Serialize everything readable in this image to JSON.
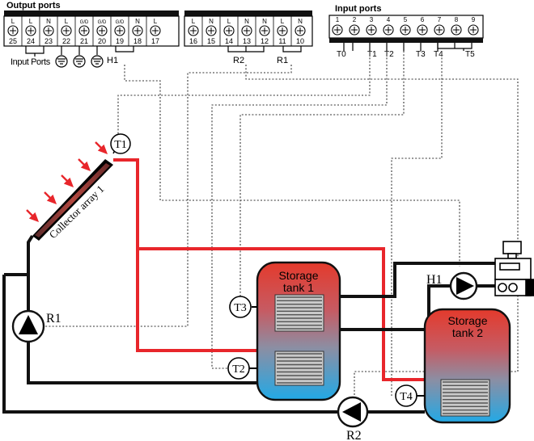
{
  "output_ports": {
    "title": "Output ports",
    "block_a": [
      {
        "num": "25",
        "tag": "L"
      },
      {
        "num": "24",
        "tag": "L"
      },
      {
        "num": "23",
        "tag": "N"
      },
      {
        "num": "22",
        "tag": "L"
      },
      {
        "num": "21",
        "tag": "G/D"
      },
      {
        "num": "20",
        "tag": "G/D"
      },
      {
        "num": "19",
        "tag": "G/D"
      },
      {
        "num": "18",
        "tag": "N"
      },
      {
        "num": "17",
        "tag": "L"
      }
    ],
    "block_b": [
      {
        "num": "16",
        "tag": "L"
      },
      {
        "num": "15",
        "tag": "N"
      },
      {
        "num": "14",
        "tag": "L"
      },
      {
        "num": "13",
        "tag": "N"
      },
      {
        "num": "12",
        "tag": "N"
      },
      {
        "num": "11",
        "tag": "L"
      },
      {
        "num": "10",
        "tag": "N"
      }
    ],
    "input_ports_label": "Input Ports",
    "h1": "H1",
    "r2": "R2",
    "r1": "R1"
  },
  "input_ports": {
    "title": "Input ports",
    "terminals": [
      "1",
      "2",
      "3",
      "4",
      "5",
      "6",
      "7",
      "8",
      "9"
    ],
    "sensors": [
      "T0",
      "T1",
      "T2",
      "T3",
      "T4",
      "T5"
    ]
  },
  "collector": {
    "label": "Collector array 1",
    "sensor": "T1"
  },
  "tank1": {
    "line1": "Storage",
    "line2": "tank 1",
    "sensor_top": "T3",
    "sensor_bottom": "T2"
  },
  "tank2": {
    "line1": "Storage",
    "line2": "tank 2",
    "sensor": "T4"
  },
  "pumps": {
    "r1": "R1",
    "r2": "R2",
    "h1": "H1"
  },
  "colors": {
    "hot": "#e8262b",
    "cold": "#2aa3e0",
    "pipe": "#111111"
  }
}
